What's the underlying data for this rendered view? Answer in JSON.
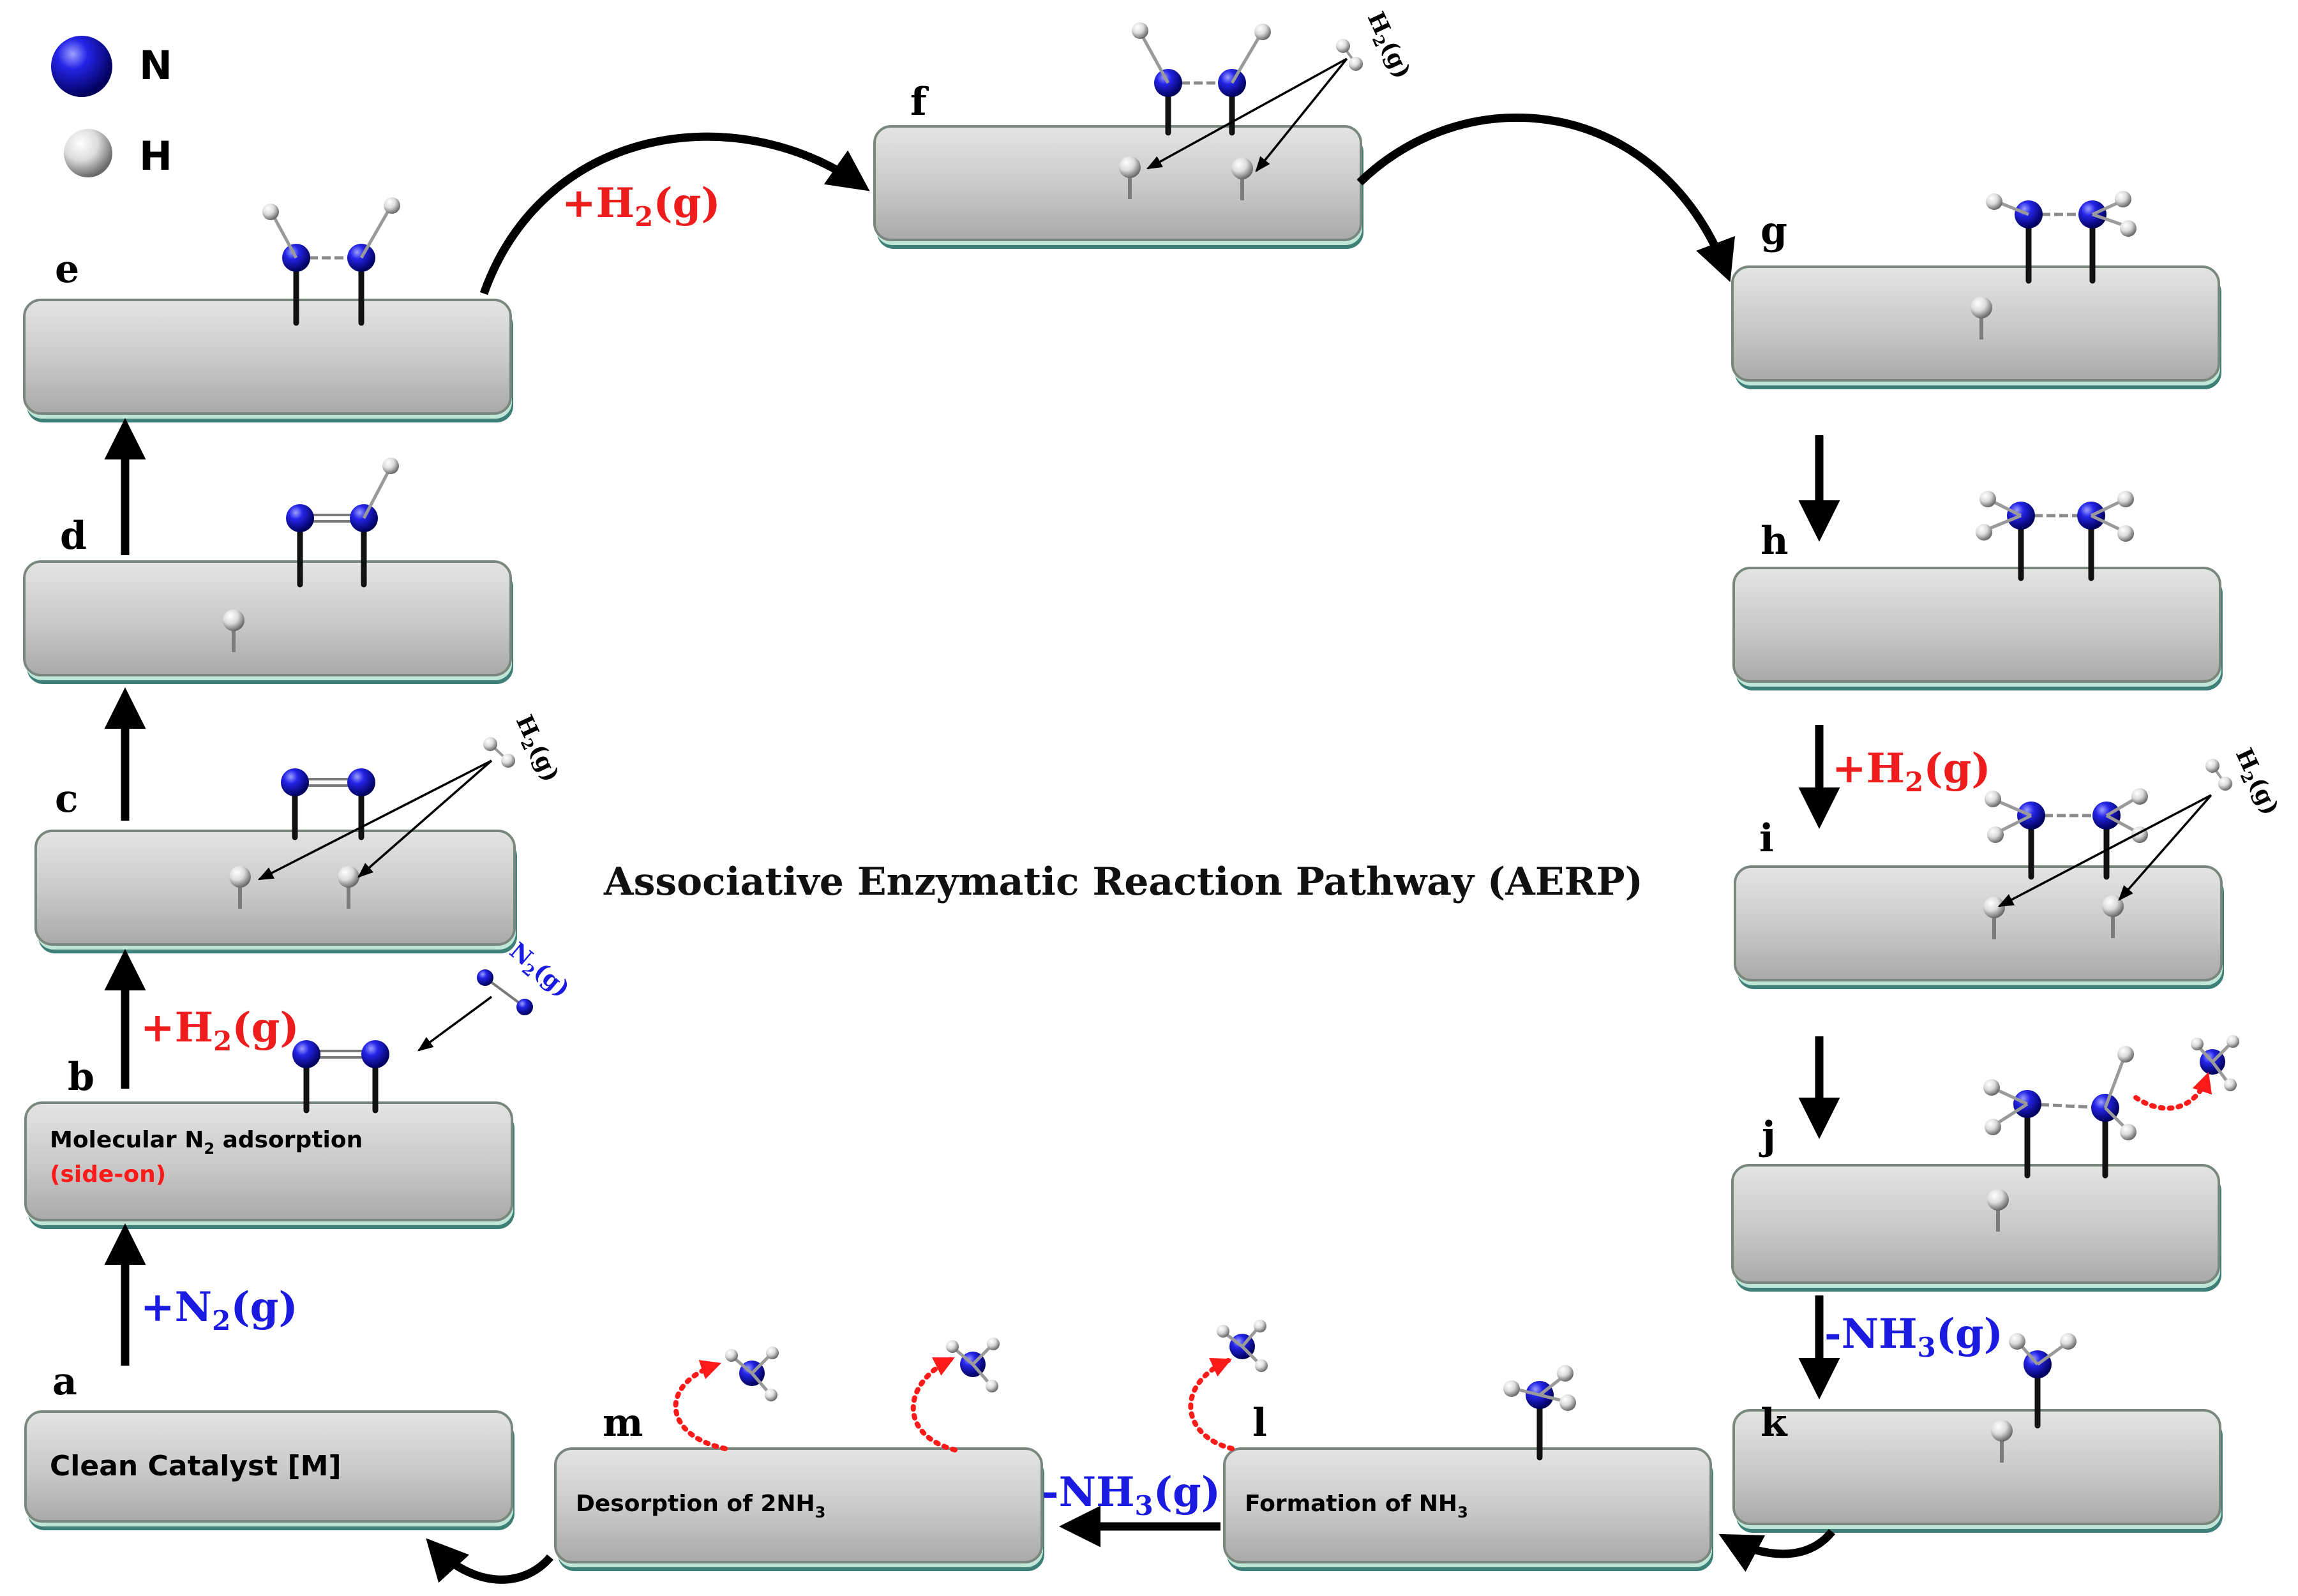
{
  "title": "Associative Enzymatic Reaction Pathway (AERP)",
  "legend": [
    {
      "symbol": "N",
      "label": "N",
      "color": "#1010e0"
    },
    {
      "symbol": "H",
      "label": "H",
      "color": "#e8e8e8"
    }
  ],
  "steps": [
    {
      "id": "a",
      "label": "a",
      "caption": "Clean Catalyst [M]"
    },
    {
      "id": "b",
      "label": "b",
      "caption_main": "Molecular N",
      "caption_sub": "2",
      "caption_after": " adsorption",
      "caption2": "(side-on)"
    },
    {
      "id": "c",
      "label": "c"
    },
    {
      "id": "d",
      "label": "d"
    },
    {
      "id": "e",
      "label": "e"
    },
    {
      "id": "f",
      "label": "f"
    },
    {
      "id": "g",
      "label": "g"
    },
    {
      "id": "h",
      "label": "h"
    },
    {
      "id": "i",
      "label": "i"
    },
    {
      "id": "j",
      "label": "j"
    },
    {
      "id": "k",
      "label": "k"
    },
    {
      "id": "l",
      "label": "l",
      "caption_main": "Formation of NH",
      "caption_sub": "3"
    },
    {
      "id": "m",
      "label": "m",
      "caption_main": "Desorption of 2NH",
      "caption_sub": "3"
    }
  ],
  "reactions": {
    "a_b": {
      "pre": "+N",
      "sub": "2",
      "post": "(g)",
      "color": "#1a1ae0"
    },
    "b_c": {
      "pre": "+H",
      "sub": "2",
      "post": "(g)",
      "color": "#ee1c1c"
    },
    "e_f": {
      "pre": "+H",
      "sub": "2",
      "post": "(g)",
      "color": "#ee1c1c"
    },
    "h_i": {
      "pre": "+H",
      "sub": "2",
      "post": "(g)",
      "color": "#ee1c1c"
    },
    "j_k": {
      "pre": "-NH",
      "sub": "3",
      "post": "(g)",
      "color": "#1a1ae0"
    },
    "l_m": {
      "pre": "-NH",
      "sub": "3",
      "post": "(g)",
      "color": "#1a1ae0"
    }
  },
  "gas_labels": {
    "h2": {
      "pre": "H",
      "sub": "2",
      "post": "(g)"
    },
    "n2": {
      "pre": "N",
      "sub": "2",
      "post": "(g)"
    }
  }
}
